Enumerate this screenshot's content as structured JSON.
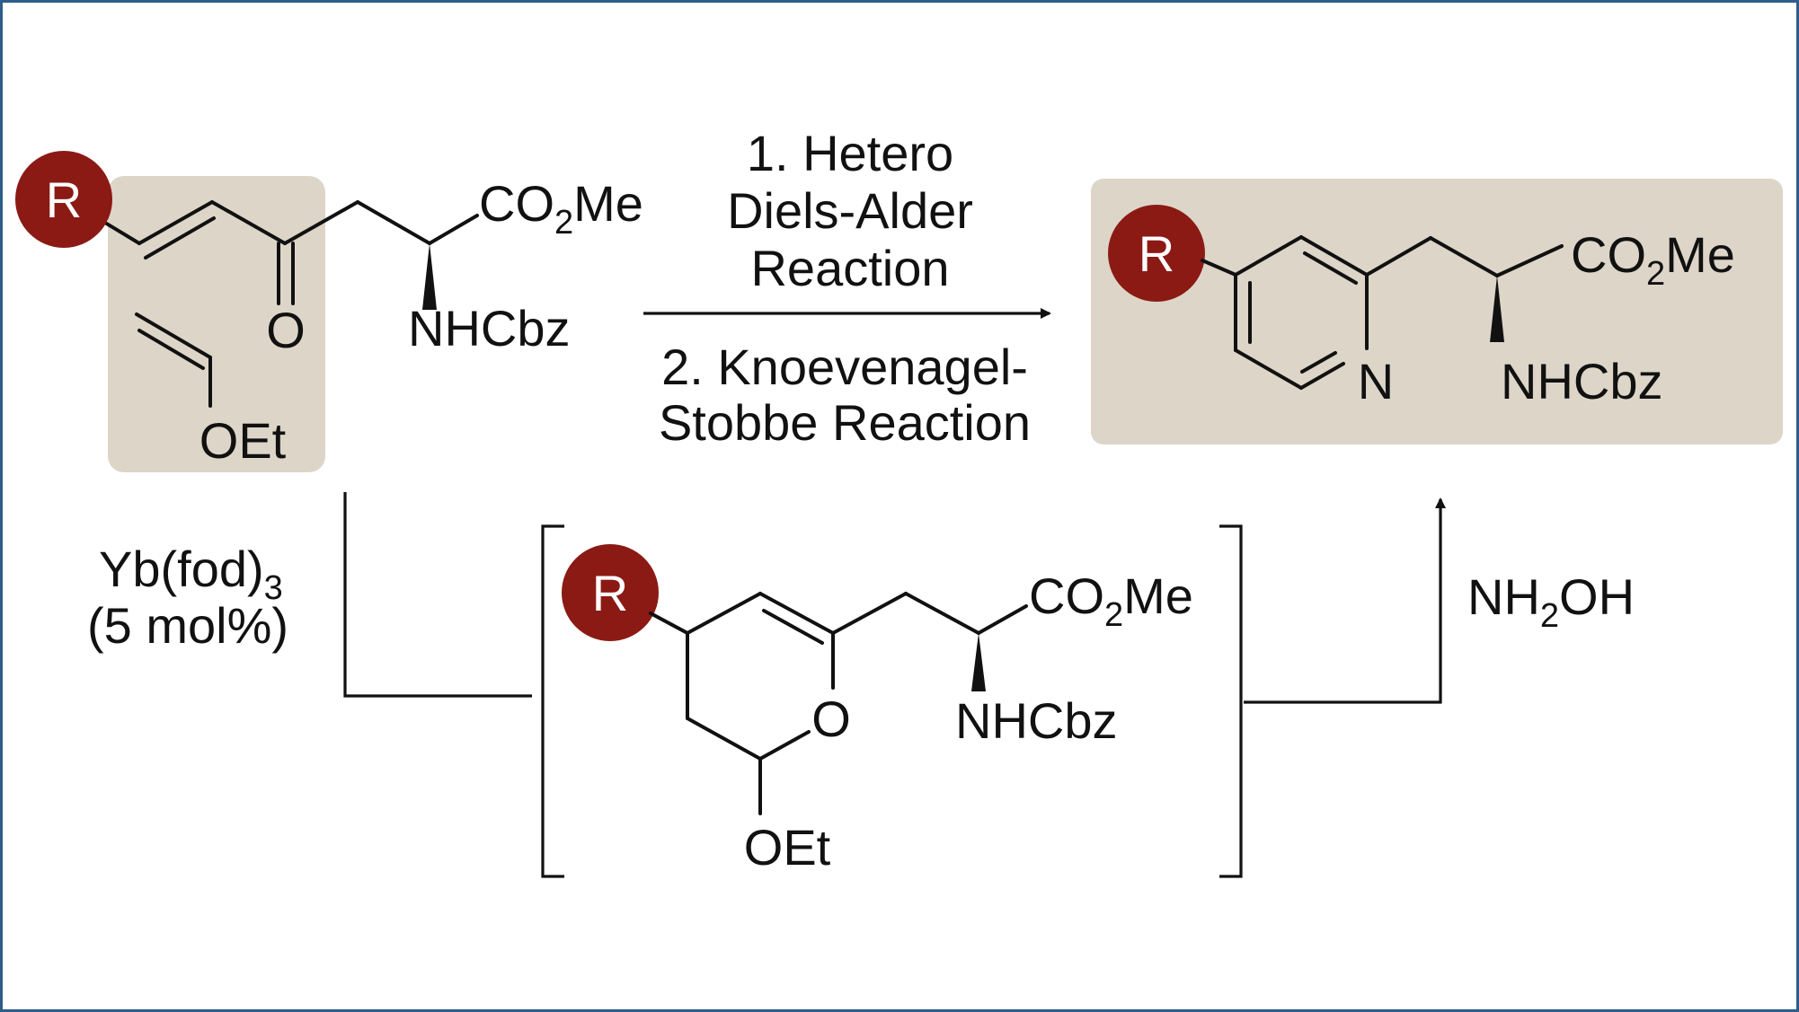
{
  "colors": {
    "highlight_box": "#ddd5c8",
    "r_circle": "#8b1a14",
    "frame": "#2f5d8a",
    "ink": "#111111"
  },
  "starting_material": {
    "r": "R",
    "carbonyl_o": "O",
    "ester": "CO",
    "ester_sub": "2",
    "ester_me": "Me",
    "amine": "NHCbz",
    "vinyl_ether": "OEt"
  },
  "conditions_top": {
    "step1_line1": "1. Hetero",
    "step1_line2": "Diels-Alder",
    "step1_line3": "Reaction",
    "step2_line1": "2. Knoevenagel-",
    "step2_line2": "Stobbe Reaction"
  },
  "catalyst": {
    "line1": "Yb(fod)",
    "line1_sub": "3",
    "line2": "(5 mol%)"
  },
  "intermediate": {
    "r": "R",
    "ring_o": "O",
    "ester": "CO",
    "ester_sub": "2",
    "ester_me": "Me",
    "amine": "NHCbz",
    "ethoxy": "OEt"
  },
  "reagent_right": {
    "text": "NH",
    "sub": "2",
    "text2": "OH"
  },
  "product": {
    "r": "R",
    "ring_n": "N",
    "ester": "CO",
    "ester_sub": "2",
    "ester_me": "Me",
    "amine": "NHCbz"
  }
}
